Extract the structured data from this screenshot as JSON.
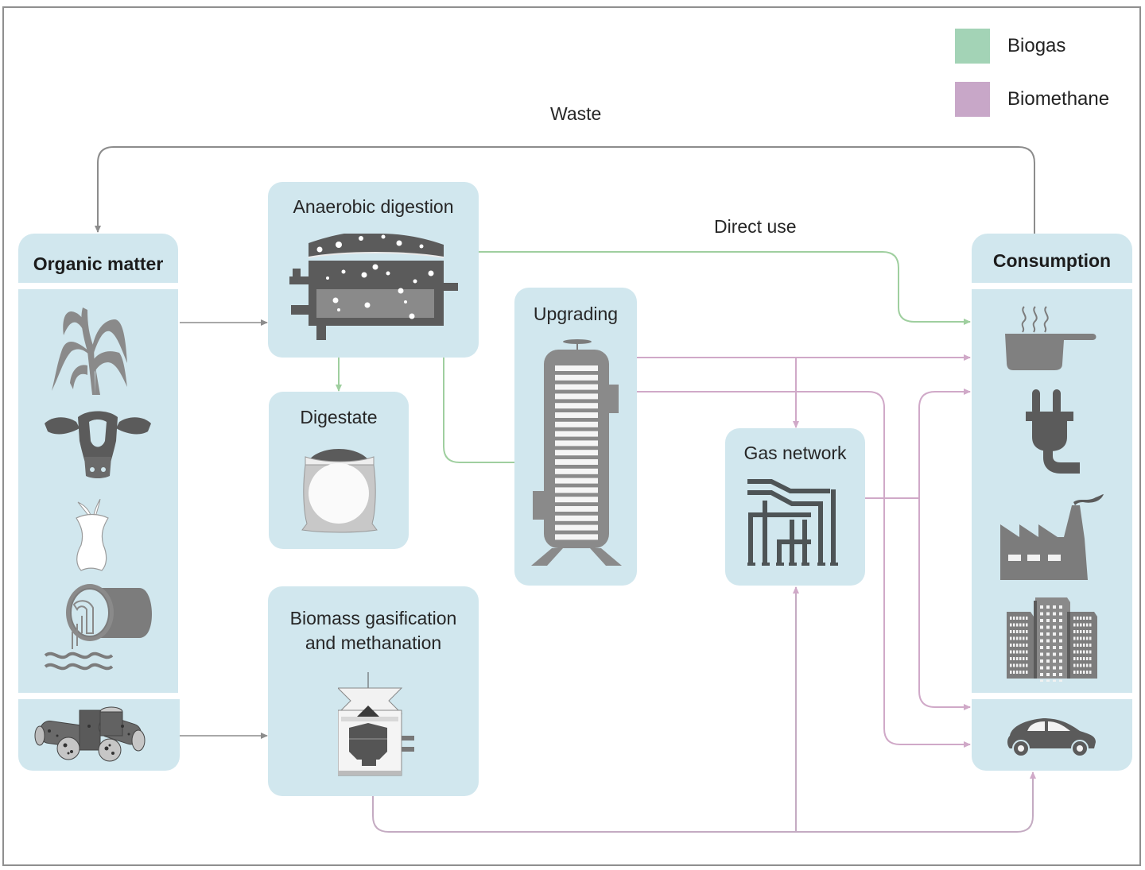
{
  "legend": {
    "items": [
      {
        "label": "Biogas",
        "color": "#a3d3b6"
      },
      {
        "label": "Biomethane",
        "color": "#c8a7c8"
      }
    ]
  },
  "colors": {
    "box_fill": "#d1e7ee",
    "biogas_line": "#9fcf9f",
    "biomethane_line": "#d0a9c8",
    "neutral_line": "#8c8c8c",
    "icon_dark": "#5b5b5b",
    "icon_mid": "#808080"
  },
  "flow_labels": {
    "waste": "Waste",
    "direct_use": "Direct use"
  },
  "nodes": {
    "organic_matter": {
      "title": "Organic matter",
      "icons": [
        "maize-plant-icon",
        "cow-icon",
        "apple-core-icon",
        "sewage-pipe-icon",
        "wood-logs-icon"
      ]
    },
    "anaerobic_digestion": {
      "title": "Anaerobic digestion",
      "icon": "digester-tank-icon"
    },
    "digestate": {
      "title": "Digestate",
      "icon": "fertilizer-sack-icon"
    },
    "upgrading": {
      "title": "Upgrading",
      "icon": "upgrading-column-icon"
    },
    "gas_network": {
      "title": "Gas network",
      "icon": "gas-pipes-icon"
    },
    "gasification": {
      "title_line1": "Biomass gasification",
      "title_line2": "and methanation",
      "icon": "gasifier-icon"
    },
    "consumption": {
      "title": "Consumption",
      "icons": [
        "cooking-pot-icon",
        "electric-plug-icon",
        "factory-icon",
        "buildings-icon",
        "car-icon"
      ]
    }
  }
}
